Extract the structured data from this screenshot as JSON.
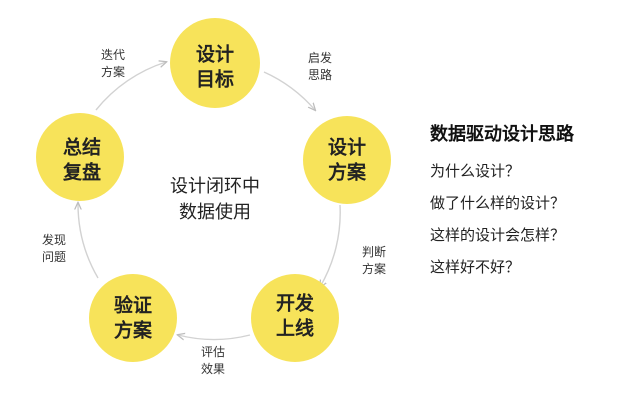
{
  "nodes": [
    {
      "id": "design-goal",
      "lines": [
        "设计",
        "目标"
      ]
    },
    {
      "id": "design-plan",
      "lines": [
        "设计",
        "方案"
      ]
    },
    {
      "id": "develop-launch",
      "lines": [
        "开发",
        "上线"
      ]
    },
    {
      "id": "verify-plan",
      "lines": [
        "验证",
        "方案"
      ]
    },
    {
      "id": "summarize-review",
      "lines": [
        "总结",
        "复盘"
      ]
    }
  ],
  "edges": [
    {
      "id": "inspire-thinking",
      "lines": [
        "启发",
        "思路"
      ]
    },
    {
      "id": "judge-plan",
      "lines": [
        "判断",
        "方案"
      ]
    },
    {
      "id": "evaluate-effect",
      "lines": [
        "评估",
        "效果"
      ]
    },
    {
      "id": "find-problem",
      "lines": [
        "发现",
        "问题"
      ]
    },
    {
      "id": "iterate-plan",
      "lines": [
        "迭代",
        "方案"
      ]
    }
  ],
  "center": {
    "lines": [
      "设计闭环中",
      "数据使用"
    ]
  },
  "side": {
    "title": "数据驱动设计思路",
    "questions": [
      "为什么设计？",
      "做了什么样的设计？",
      "这样的设计会怎样？",
      "这样好不好？"
    ]
  },
  "colors": {
    "node_fill": "#f7e35a",
    "arc": "#d2d2d2"
  }
}
